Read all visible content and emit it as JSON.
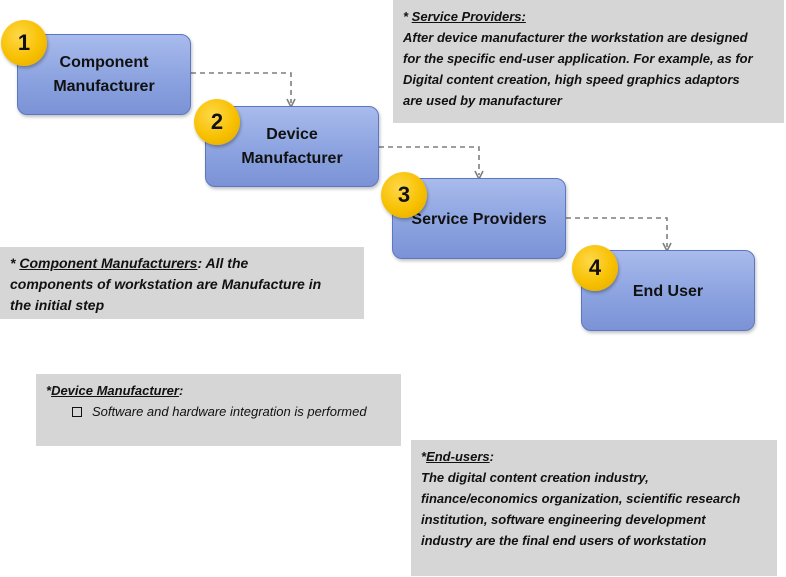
{
  "steps": [
    {
      "number": "1",
      "label_line1": "Component",
      "label_line2": "Manufacturer"
    },
    {
      "number": "2",
      "label_line1": "Device",
      "label_line2": "Manufacturer"
    },
    {
      "number": "3",
      "label_line1": "Service Providers",
      "label_line2": ""
    },
    {
      "number": "4",
      "label_line1": "End User",
      "label_line2": ""
    }
  ],
  "notes": {
    "service_providers": {
      "prefix": "* ",
      "heading": "Service Providers:",
      "lines": [
        "After device manufacturer the workstation are designed",
        "for the specific end-user application. For example, as for",
        "Digital content creation, high speed graphics adaptors",
        "are used by manufacturer"
      ]
    },
    "component_manufacturers": {
      "prefix": "* ",
      "heading": "Component Manufacturers",
      "heading_suffix": ": All the",
      "lines": [
        "components of workstation are Manufacture in",
        "the initial step"
      ]
    },
    "device_manufacturer": {
      "prefix": "*",
      "heading": "Device Manufacturer",
      "heading_suffix": ":",
      "bullet": "Software and hardware integration is performed"
    },
    "end_users": {
      "prefix": "*",
      "heading": "End-users",
      "heading_suffix": ":",
      "lines": [
        "The digital content creation industry,",
        "finance/economics organization, scientific research",
        "institution, software engineering development",
        "industry are the final end users of workstation"
      ]
    }
  },
  "colors": {
    "box_fill": "#8ca3e0",
    "box_border": "#5b76c2",
    "badge_fill": "#f7c000",
    "note_fill": "#d6d6d6",
    "connector": "#7f7f7f"
  }
}
